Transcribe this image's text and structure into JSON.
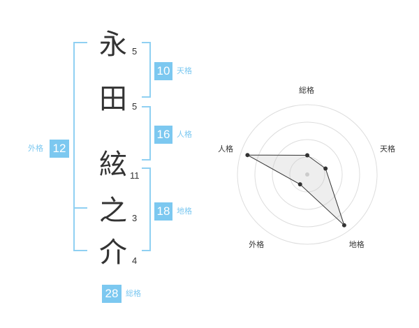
{
  "name": {
    "characters": [
      {
        "char": "永",
        "strokes": "5"
      },
      {
        "char": "田",
        "strokes": "5"
      },
      {
        "char": "絃",
        "strokes": "11"
      },
      {
        "char": "之",
        "strokes": "3"
      },
      {
        "char": "介",
        "strokes": "4"
      }
    ]
  },
  "fortunes": {
    "tenkaku": {
      "value": "10",
      "label": "天格"
    },
    "jinkaku": {
      "value": "16",
      "label": "人格"
    },
    "chikaku": {
      "value": "18",
      "label": "地格"
    },
    "gaikaku": {
      "value": "12",
      "label": "外格"
    },
    "soukaku": {
      "value": "28",
      "label": "総格"
    }
  },
  "colors": {
    "accent": "#7cc8f0",
    "bracket": "#8fd0f2",
    "text": "#333333"
  },
  "chart_data": {
    "type": "radar",
    "axes": [
      "総格",
      "天格",
      "地格",
      "外格",
      "人格"
    ],
    "values": [
      1.1,
      1.1,
      3.6,
      0.7,
      3.6
    ],
    "rmax": 4,
    "rings": 4
  }
}
